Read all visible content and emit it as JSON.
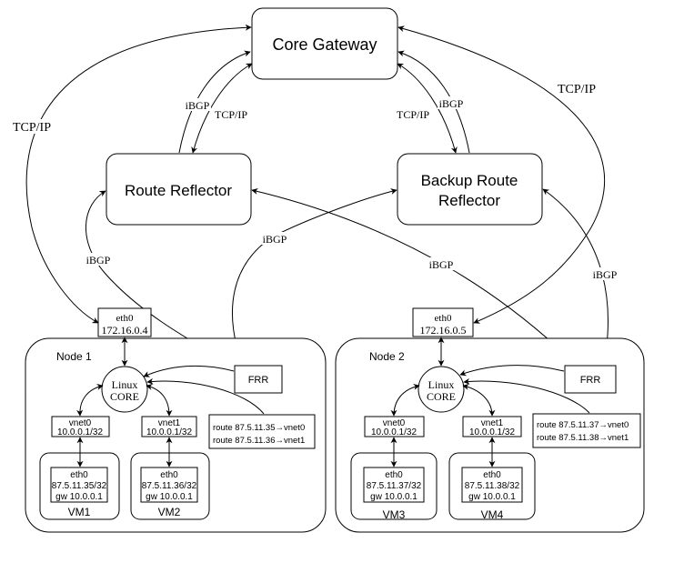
{
  "core_gateway": {
    "label": "Core Gateway"
  },
  "route_reflector": {
    "label": "Route Reflector"
  },
  "backup_route_reflector": {
    "line1": "Backup Route",
    "line2": "Reflector"
  },
  "edge_labels": {
    "ibgp": "iBGP",
    "tcpip": "TCP/IP"
  },
  "node1": {
    "label": "Node 1",
    "eth0": {
      "name": "eth0",
      "ip": "172.16.0.4"
    },
    "linux_core": {
      "line1": "Linux",
      "line2": "CORE"
    },
    "frr": "FRR",
    "vnet0": {
      "name": "vnet0",
      "addr": "10.0.0.1/32"
    },
    "vnet1": {
      "name": "vnet1",
      "addr": "10.0.0.1/32"
    },
    "routes": [
      "route 87.5.11.35→vnet0",
      "route 87.5.11.36→vnet1"
    ],
    "vm1": {
      "label": "VM1",
      "iface": "eth0",
      "ip": "87.5.11.35/32",
      "gw": "gw 10.0.0.1"
    },
    "vm2": {
      "label": "VM2",
      "iface": "eth0",
      "ip": "87.5.11.36/32",
      "gw": "gw 10.0.0.1"
    }
  },
  "node2": {
    "label": "Node 2",
    "eth0": {
      "name": "eth0",
      "ip": "172.16.0.5"
    },
    "linux_core": {
      "line1": "Linux",
      "line2": "CORE"
    },
    "frr": "FRR",
    "vnet0": {
      "name": "vnet0",
      "addr": "10.0.0.1/32"
    },
    "vnet1": {
      "name": "vnet1",
      "addr": "10.0.0.1/32"
    },
    "routes": [
      "route 87.5.11.37→vnet0",
      "route 87.5.11.38→vnet1"
    ],
    "vm3": {
      "label": "VM3",
      "iface": "eth0",
      "ip": "87.5.11.37/32",
      "gw": "gw 10.0.0.1"
    },
    "vm4": {
      "label": "VM4",
      "iface": "eth0",
      "ip": "87.5.11.38/32",
      "gw": "gw 10.0.0.1"
    }
  }
}
